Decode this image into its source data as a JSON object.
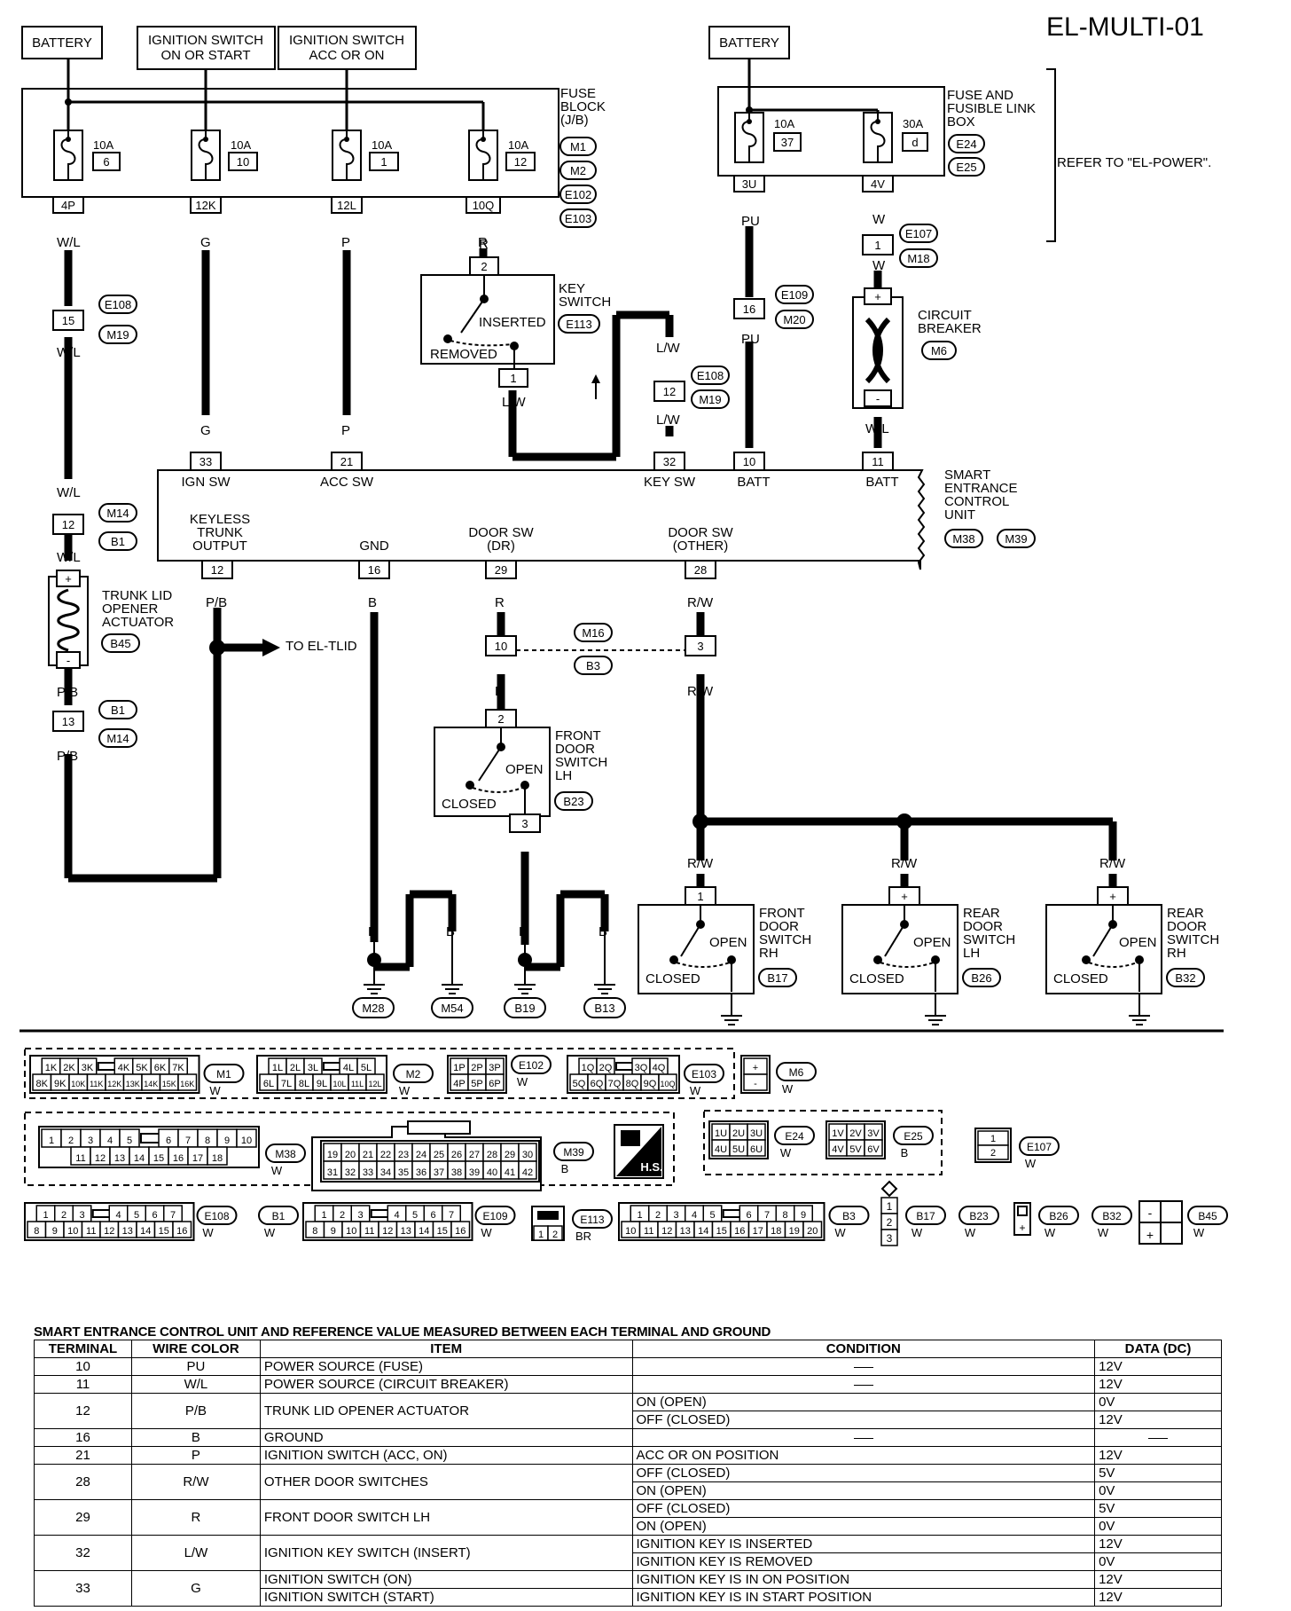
{
  "page_code": "EL-MULTI-01",
  "supply": {
    "battery_left": "BATTERY",
    "ign_on_start": [
      "IGNITION SWITCH",
      "ON OR START"
    ],
    "ign_acc_on": [
      "IGNITION SWITCH",
      "ACC OR ON"
    ],
    "battery_right": "BATTERY"
  },
  "fuse_block": {
    "label": [
      "FUSE",
      "BLOCK",
      "(J/B)"
    ],
    "connectors": [
      "M1",
      "M2",
      "E102",
      "E103"
    ],
    "fuses": [
      {
        "rating": "10A",
        "number": "6",
        "terminal": "4P",
        "wire": "W/L"
      },
      {
        "rating": "10A",
        "number": "10",
        "terminal": "12K",
        "wire": "G"
      },
      {
        "rating": "10A",
        "number": "1",
        "terminal": "12L",
        "wire": "P"
      },
      {
        "rating": "10A",
        "number": "12",
        "terminal": "10Q",
        "wire": "R"
      }
    ]
  },
  "fusible_link_box": {
    "label": [
      "FUSE AND",
      "FUSIBLE LINK",
      "BOX"
    ],
    "connectors": [
      "E24",
      "E25"
    ],
    "note": "REFER TO \"EL-POWER\".",
    "fuses": [
      {
        "rating": "10A",
        "number": "37",
        "terminal": "3U",
        "wire": "PU"
      },
      {
        "rating": "30A",
        "number": "d",
        "terminal": "4V",
        "wire": "W"
      }
    ]
  },
  "key_switch": {
    "label": [
      "KEY",
      "SWITCH"
    ],
    "connector": "E113",
    "pin_in": "2",
    "pin_out": "1",
    "inserted": "INSERTED",
    "removed": "REMOVED",
    "wire_in": "R",
    "wire_out": "L/W"
  },
  "circuit_breaker": {
    "label": [
      "CIRCUIT",
      "BREAKER"
    ],
    "connector": "M6",
    "plus": "+",
    "minus": "-",
    "wire_out": "W/L"
  },
  "inline": {
    "e107": {
      "pin": "1",
      "c1": "E107",
      "c2": "M18",
      "wire": "W"
    },
    "e109": {
      "pin": "16",
      "c1": "E109",
      "c2": "M20",
      "wire": "PU"
    },
    "e108_left": {
      "pin": "15",
      "c1": "E108",
      "c2": "M19",
      "wire": "W/L"
    },
    "e108_right": {
      "pin": "12",
      "c1": "E108",
      "c2": "M19",
      "wire": "L/W"
    },
    "m14": {
      "pin": "12",
      "c1": "M14",
      "c2": "B1",
      "wire": "W/L"
    },
    "b1": {
      "pin": "13",
      "c1": "B1",
      "c2": "M14",
      "wire": "P/B"
    },
    "m16": {
      "pin_left": "10",
      "pin_right": "3",
      "c1": "M16",
      "c2": "B3"
    }
  },
  "control_unit": {
    "label": [
      "SMART",
      "ENTRANCE",
      "CONTROL",
      "UNIT"
    ],
    "connectors": [
      "M38",
      "M39"
    ],
    "top_terminals": [
      {
        "pin": "33",
        "name": "IGN SW",
        "wire": "G"
      },
      {
        "pin": "21",
        "name": "ACC SW",
        "wire": "P"
      },
      {
        "pin": "32",
        "name": "KEY SW",
        "wire": "L/W"
      },
      {
        "pin": "10",
        "name": "BATT",
        "wire": "PU"
      },
      {
        "pin": "11",
        "name": "BATT",
        "wire": "W/L"
      }
    ],
    "bottom_terminals": [
      {
        "pin": "12",
        "name": [
          "KEYLESS",
          "TRUNK",
          "OUTPUT"
        ],
        "wire": "P/B"
      },
      {
        "pin": "16",
        "name": [
          "GND"
        ],
        "wire": "B"
      },
      {
        "pin": "29",
        "name": [
          "DOOR SW",
          "(DR)"
        ],
        "wire": "R"
      },
      {
        "pin": "28",
        "name": [
          "DOOR SW",
          "(OTHER)"
        ],
        "wire": "R/W"
      }
    ]
  },
  "trunk_actuator": {
    "label": [
      "TRUNK LID",
      "OPENER",
      "ACTUATOR"
    ],
    "connector": "B45",
    "plus": "+",
    "minus": "-",
    "to": "TO EL-TLID"
  },
  "front_door_lh": {
    "label": [
      "FRONT",
      "DOOR",
      "SWITCH",
      "LH"
    ],
    "connector": "B23",
    "pin_in": "2",
    "pin_out": "3",
    "open": "OPEN",
    "closed": "CLOSED",
    "wire": "R"
  },
  "door_switches": [
    {
      "label": [
        "FRONT",
        "DOOR",
        "SWITCH",
        "RH"
      ],
      "connector": "B17",
      "pin": "1",
      "wire": "R/W",
      "open": "OPEN",
      "closed": "CLOSED"
    },
    {
      "label": [
        "REAR",
        "DOOR",
        "SWITCH",
        "LH"
      ],
      "connector": "B26",
      "pin": "+",
      "wire": "R/W",
      "open": "OPEN",
      "closed": "CLOSED"
    },
    {
      "label": [
        "REAR",
        "DOOR",
        "SWITCH",
        "RH"
      ],
      "connector": "B32",
      "pin": "+",
      "wire": "R/W",
      "open": "OPEN",
      "closed": "CLOSED"
    }
  ],
  "grounds": {
    "wire": "B",
    "labels": [
      "M28",
      "M54",
      "B19",
      "B13"
    ]
  },
  "connector_views": {
    "m1": {
      "code": "M1",
      "color": "W",
      "row1": [
        "1K",
        "2K",
        "3K",
        "",
        "4K",
        "5K",
        "6K",
        "7K"
      ],
      "row2": [
        "8K",
        "9K",
        "10K",
        "11K",
        "12K",
        "13K",
        "14K",
        "15K",
        "16K"
      ]
    },
    "m2": {
      "code": "M2",
      "color": "W",
      "row1": [
        "1L",
        "2L",
        "3L",
        "",
        "4L",
        "5L"
      ],
      "row2": [
        "6L",
        "7L",
        "8L",
        "9L",
        "10L",
        "11L",
        "12L"
      ]
    },
    "e102": {
      "code": "E102",
      "color": "W",
      "row1": [
        "1P",
        "2P",
        "3P"
      ],
      "row2": [
        "4P",
        "5P",
        "6P"
      ]
    },
    "e103": {
      "code": "E103",
      "color": "W",
      "row1": [
        "1Q",
        "2Q",
        "",
        "3Q",
        "4Q"
      ],
      "row2": [
        "5Q",
        "6Q",
        "7Q",
        "8Q",
        "9Q",
        "10Q"
      ]
    },
    "m6": {
      "code": "M6",
      "color": "W",
      "row1": [
        "+"
      ],
      "row2": [
        "-"
      ]
    },
    "m38": {
      "code": "M38",
      "color": "W",
      "row1": [
        "1",
        "2",
        "3",
        "4",
        "5",
        "",
        "6",
        "7",
        "8",
        "9",
        "10"
      ],
      "row2": [
        "11",
        "12",
        "13",
        "14",
        "15",
        "16",
        "17",
        "18"
      ]
    },
    "m39": {
      "code": "M39",
      "color": "B",
      "row1": [
        "19",
        "20",
        "21",
        "22",
        "23",
        "24",
        "25",
        "26",
        "27",
        "28",
        "29",
        "30"
      ],
      "row2": [
        "31",
        "32",
        "33",
        "34",
        "35",
        "36",
        "37",
        "38",
        "39",
        "40",
        "41",
        "42"
      ]
    },
    "hs": "H.S.",
    "e24": {
      "code": "E24",
      "color": "W",
      "row1": [
        "1U",
        "2U",
        "3U"
      ],
      "row2": [
        "4U",
        "5U",
        "6U"
      ]
    },
    "e25": {
      "code": "E25",
      "color": "B",
      "row1": [
        "1V",
        "2V",
        "3V"
      ],
      "row2": [
        "4V",
        "5V",
        "6V"
      ]
    },
    "e107": {
      "code": "E107",
      "color": "W",
      "row1": [
        "1"
      ],
      "row2": [
        "2"
      ]
    },
    "e108": {
      "code": "E108",
      "color": "W",
      "row1": [
        "1",
        "2",
        "3",
        "",
        "4",
        "5",
        "6",
        "7"
      ],
      "row2": [
        "8",
        "9",
        "10",
        "11",
        "12",
        "13",
        "14",
        "15",
        "16"
      ]
    },
    "b1": {
      "code": "B1",
      "color": "W"
    },
    "e109": {
      "code": "E109",
      "color": "W",
      "row1": [
        "1",
        "2",
        "3",
        "",
        "4",
        "5",
        "6",
        "7"
      ],
      "row2": [
        "8",
        "9",
        "10",
        "11",
        "12",
        "13",
        "14",
        "15",
        "16"
      ]
    },
    "e113": {
      "code": "E113",
      "color": "BR",
      "row2": [
        "1",
        "2"
      ]
    },
    "b3": {
      "code": "B3",
      "color": "W",
      "row1": [
        "1",
        "2",
        "3",
        "4",
        "5",
        "",
        "6",
        "7",
        "8",
        "9"
      ],
      "row2": [
        "10",
        "11",
        "12",
        "13",
        "14",
        "15",
        "16",
        "17",
        "18",
        "19",
        "20"
      ]
    },
    "b17": {
      "code": "B17",
      "color": "W",
      "pins": [
        "1",
        "2",
        "3"
      ]
    },
    "b23": {
      "code": "B23",
      "color": "W"
    },
    "b26": {
      "code": "B26",
      "color": "W",
      "pins": [
        "+"
      ]
    },
    "b32": {
      "code": "B32",
      "color": "W"
    },
    "b45": {
      "code": "B45",
      "color": "W",
      "pins": [
        "-",
        "+"
      ]
    }
  },
  "table": {
    "title": "SMART ENTRANCE CONTROL UNIT AND REFERENCE VALUE MEASURED BETWEEN EACH TERMINAL AND GROUND",
    "headers": [
      "TERMINAL",
      "WIRE COLOR",
      "ITEM",
      "CONDITION",
      "DATA (DC)"
    ],
    "r10": {
      "terminal": "10",
      "wire": "PU",
      "item": "POWER SOURCE (FUSE)",
      "data": "12V"
    },
    "r11": {
      "terminal": "11",
      "wire": "W/L",
      "item": "POWER SOURCE (CIRCUIT BREAKER)",
      "data": "12V"
    },
    "r12": {
      "terminal": "12",
      "wire": "P/B",
      "item": "TRUNK LID OPENER ACTUATOR",
      "cond1": "ON (OPEN)",
      "data1": "0V",
      "cond2": "OFF (CLOSED)",
      "data2": "12V"
    },
    "r16": {
      "terminal": "16",
      "wire": "B",
      "item": "GROUND"
    },
    "r21": {
      "terminal": "21",
      "wire": "P",
      "item": "IGNITION SWITCH (ACC, ON)",
      "cond": "ACC OR ON POSITION",
      "data": "12V"
    },
    "r28": {
      "terminal": "28",
      "wire": "R/W",
      "item": "OTHER DOOR SWITCHES",
      "cond1": "OFF (CLOSED)",
      "data1": "5V",
      "cond2": "ON (OPEN)",
      "data2": "0V"
    },
    "r29": {
      "terminal": "29",
      "wire": "R",
      "item": "FRONT DOOR SWITCH LH",
      "cond1": "OFF (CLOSED)",
      "data1": "5V",
      "cond2": "ON (OPEN)",
      "data2": "0V"
    },
    "r32": {
      "terminal": "32",
      "wire": "L/W",
      "item": "IGNITION KEY SWITCH (INSERT)",
      "cond1": "IGNITION KEY IS INSERTED",
      "data1": "12V",
      "cond2": "IGNITION KEY IS REMOVED",
      "data2": "0V"
    },
    "r33": {
      "terminal": "33",
      "wire": "G",
      "item1": "IGNITION SWITCH (ON)",
      "cond1": "IGNITION KEY IS IN ON POSITION",
      "data1": "12V",
      "item2": "IGNITION SWITCH (START)",
      "cond2": "IGNITION KEY IS IN START POSITION",
      "data2": "12V"
    }
  }
}
